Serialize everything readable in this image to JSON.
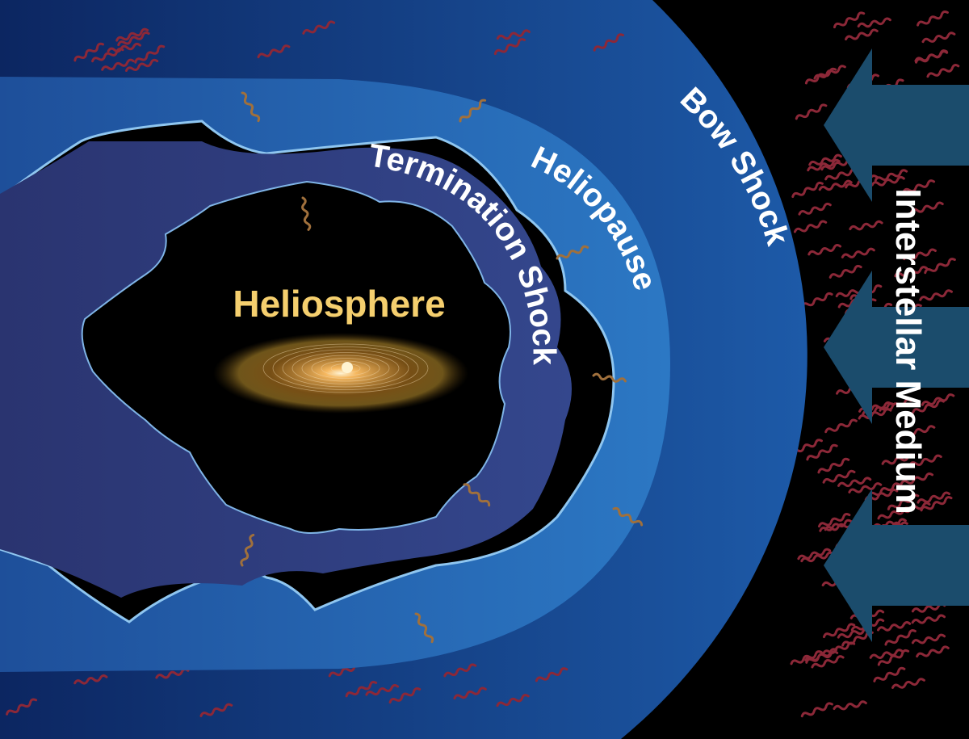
{
  "labels": {
    "heliosphere": "Heliosphere",
    "termination_shock": "Termination Shock",
    "heliopause": "Heliopause",
    "bow_shock": "Bow Shock",
    "interstellar_medium": "Interstellar Medium"
  },
  "colors": {
    "background": "#000000",
    "bow_region_dark": "#0c2661",
    "bow_region_light": "#1f5fae",
    "heliopause_band": "#2a72bd",
    "edge_highlight": "#8fc6f0",
    "termination_region": "#2e3c80",
    "heliosphere_text": "#f5cf6e",
    "interstellar_arrow": "#1b4c6c",
    "particle": "#8c2838",
    "particle_inner": "#a0703c"
  }
}
